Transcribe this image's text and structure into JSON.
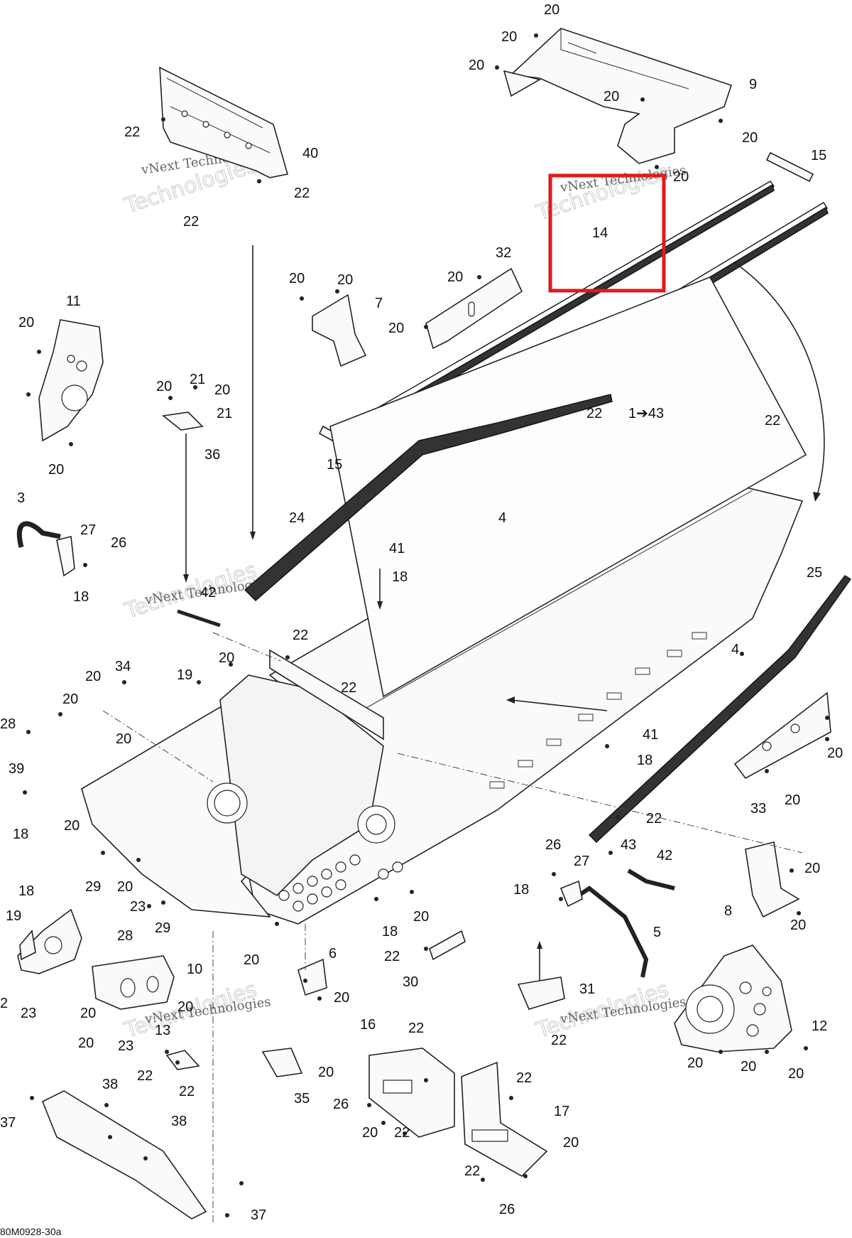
{
  "diagram": {
    "reference_code": "80M0928-30a",
    "watermark_line1": "vNext Technologies",
    "watermark_line2": "Technologies",
    "highlight_color": "#e0191e",
    "highlighted_part": "14",
    "labels": {
      "n1_43": "1➔43",
      "n2": "2",
      "n3": "3",
      "n4": "4",
      "n5": "5",
      "n6": "6",
      "n7": "7",
      "n8": "8",
      "n9": "9",
      "n10": "10",
      "n11": "11",
      "n12": "12",
      "n13": "13",
      "n14": "14",
      "n15": "15",
      "n16": "16",
      "n17": "17",
      "n18": "18",
      "n19": "19",
      "n20": "20",
      "n21": "21",
      "n22": "22",
      "n23": "23",
      "n24": "24",
      "n25": "25",
      "n26": "26",
      "n27": "27",
      "n28": "28",
      "n29": "29",
      "n30": "30",
      "n31": "31",
      "n32": "32",
      "n33": "33",
      "n34": "34",
      "n35": "35",
      "n36": "36",
      "n37": "37",
      "n38": "38",
      "n39": "39",
      "n40": "40",
      "n41": "41",
      "n42": "42",
      "n43": "43"
    }
  }
}
